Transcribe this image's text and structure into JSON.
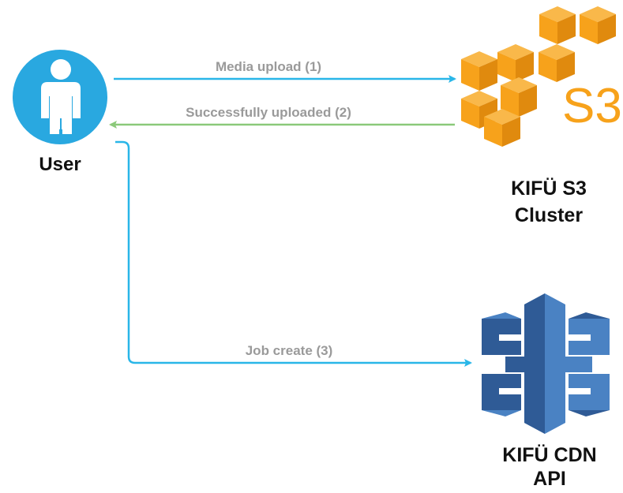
{
  "nodes": {
    "user": {
      "label": "User",
      "icon": "user-icon"
    },
    "s3": {
      "label_line1": "KIFÜ S3",
      "label_line2": "Cluster",
      "icon": "amazon-s3-icon"
    },
    "cdn": {
      "label_line1": "KIFÜ CDN",
      "label_line2": "API",
      "icon": "api-gateway-icon"
    }
  },
  "edges": {
    "media_upload": {
      "label": "Media upload (1)",
      "color": "#29b6e8"
    },
    "success": {
      "label": "Successfully uploaded (2)",
      "color": "#8bc97a"
    },
    "job_create": {
      "label": "Job create (3)",
      "color": "#29b6e8"
    }
  },
  "colors": {
    "user_circle": "#29a8e0",
    "s3_orange": "#f7a21b",
    "cdn_blue_dark": "#2f5b96",
    "cdn_blue": "#4a82c3",
    "edge_label": "#9a9a9a"
  }
}
